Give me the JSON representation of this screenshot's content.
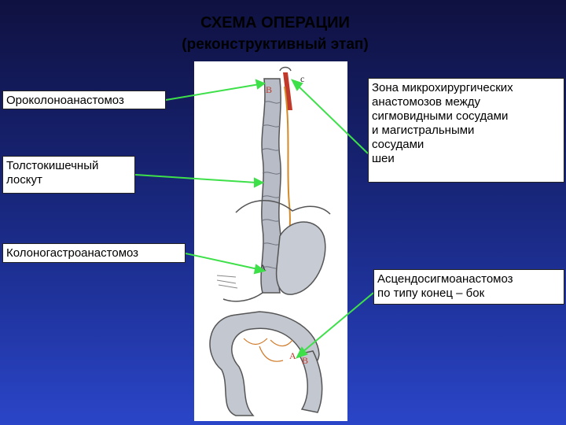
{
  "title": {
    "line1": "СХЕМА ОПЕРАЦИИ",
    "line2": "(реконструктивный этап)"
  },
  "callouts": {
    "orocolono": "Ороколоноанастомоз",
    "flap_line1": "Толстокишечный",
    "flap_line2": "лоскут",
    "colonogastro": "Колоногастроанастомоз",
    "micro_line1": "Зона микрохирургических",
    "micro_line2": "анастомозов между",
    "micro_line3": "сигмовидными сосудами",
    "micro_line4": "и магистральными",
    "micro_line5": "сосудами",
    "micro_line6": "шеи",
    "ascendo_line1": "Асцендосигмоанастомоз",
    "ascendo_line2": "по типу конец – бок"
  },
  "drawing_letters": {
    "top_b": "B",
    "top_c": "c",
    "mid_a": "A",
    "low_a": "A",
    "low_b": "B"
  },
  "colors": {
    "arrow": "#3ee04a",
    "background_top": "#0f1140",
    "background_bottom": "#2a45c8"
  }
}
